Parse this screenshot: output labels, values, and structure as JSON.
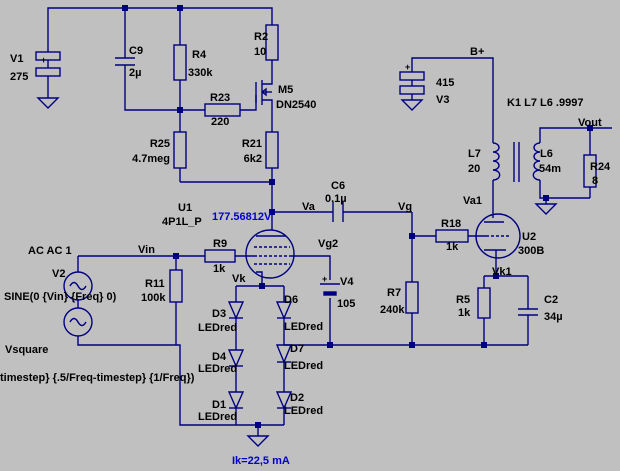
{
  "components": {
    "V1": {
      "ref": "V1",
      "value": "275"
    },
    "C9": {
      "ref": "C9",
      "value": "2µ"
    },
    "R4": {
      "ref": "R4",
      "value": "330k"
    },
    "R2": {
      "ref": "R2",
      "value": "10"
    },
    "M5": {
      "ref": "M5",
      "value": "DN2540"
    },
    "R23": {
      "ref": "R23",
      "value": "220"
    },
    "R25": {
      "ref": "R25",
      "value": "4.7meg"
    },
    "R21": {
      "ref": "R21",
      "value": "6k2"
    },
    "U1": {
      "ref": "U1",
      "value": "4P1L_P"
    },
    "C6": {
      "ref": "C6",
      "value": "0.1µ"
    },
    "R18": {
      "ref": "R18",
      "value": "1k"
    },
    "U2": {
      "ref": "U2",
      "value": "300B"
    },
    "R9": {
      "ref": "R9",
      "value": "1k"
    },
    "R11": {
      "ref": "R11",
      "value": "100k"
    },
    "V2": {
      "ref": "V2",
      "ac": "AC AC 1",
      "value": "SINE(0 {Vin} {Freq} 0)"
    },
    "V4": {
      "ref": "V4",
      "value": "105"
    },
    "R7": {
      "ref": "R7",
      "value": "240k"
    },
    "R5": {
      "ref": "R5",
      "value": "1k"
    },
    "C2": {
      "ref": "C2",
      "value": "34µ"
    },
    "V3": {
      "ref": "V3",
      "value": "415"
    },
    "L7": {
      "ref": "L7",
      "value": "20"
    },
    "L6": {
      "ref": "L6",
      "value": "54m"
    },
    "R24": {
      "ref": "R24",
      "value": "8"
    },
    "K1": {
      "text": "K1 L7 L6 .9997"
    },
    "D3": {
      "ref": "D3",
      "value": "LEDred"
    },
    "D4": {
      "ref": "D4",
      "value": "LEDred"
    },
    "D1": {
      "ref": "D1",
      "value": "LEDred"
    },
    "D6": {
      "ref": "D6",
      "value": "LEDred"
    },
    "D7": {
      "ref": "D7",
      "value": "LEDred"
    },
    "D2": {
      "ref": "D2",
      "value": "LEDred"
    }
  },
  "nets": {
    "bplus": "B+",
    "vout": "Vout",
    "va": "Va",
    "vg": "Vg",
    "vin": "Vin",
    "vg2": "Vg2",
    "vk": "Vk",
    "va1": "Va1",
    "vk1": "Vk1",
    "vsquare": "Vsquare"
  },
  "annotations": {
    "node_voltage": "177.56812V",
    "vsquare_expr": "timestep} {.5/Freq-timestep} {1/Freq})",
    "cathode_current": "Ik=22,5 mA"
  },
  "colors": {
    "background": "#c0c0c0",
    "wire": "#000080",
    "voltage_label": "#0000cc"
  }
}
